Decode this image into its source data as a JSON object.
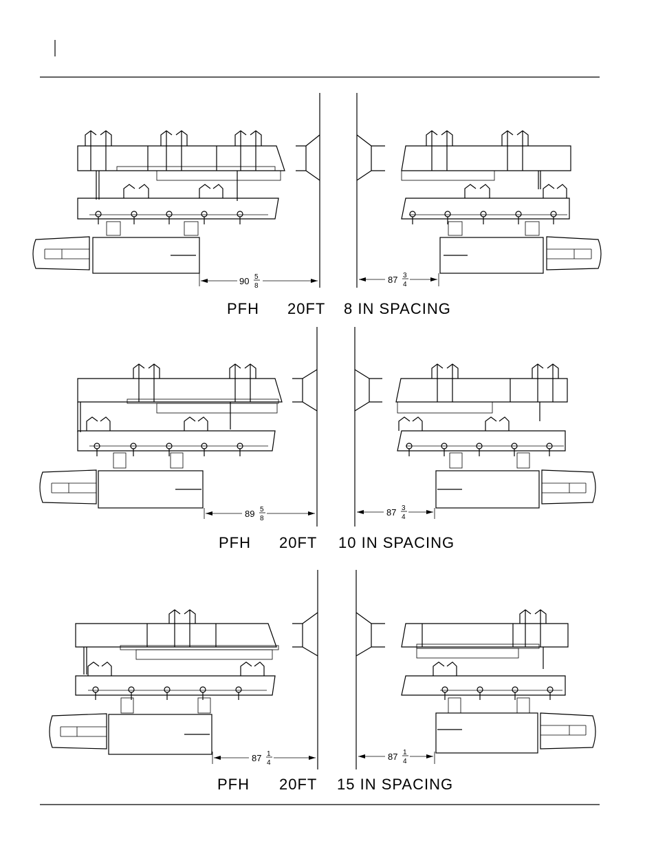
{
  "diagrams": [
    {
      "caption": {
        "model": "PFH",
        "width": "20FT",
        "spacing": "8 IN SPACING"
      },
      "left_dim": {
        "whole": "90",
        "num": "5",
        "den": "8"
      },
      "right_dim": {
        "whole": "87",
        "num": "3",
        "den": "4"
      }
    },
    {
      "caption": {
        "model": "PFH",
        "width": "20FT",
        "spacing": "10 IN SPACING"
      },
      "left_dim": {
        "whole": "89",
        "num": "5",
        "den": "8"
      },
      "right_dim": {
        "whole": "87",
        "num": "3",
        "den": "4"
      }
    },
    {
      "caption": {
        "model": "PFH",
        "width": "20FT",
        "spacing": "15 IN SPACING"
      },
      "left_dim": {
        "whole": "87",
        "num": "1",
        "den": "4"
      },
      "right_dim": {
        "whole": "87",
        "num": "1",
        "den": "4"
      }
    }
  ]
}
